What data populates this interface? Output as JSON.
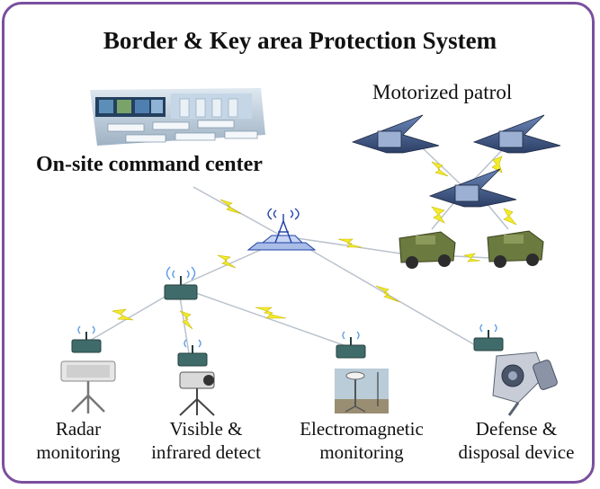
{
  "title": "Border & Key area Protection System",
  "command_center": {
    "label": "On-site command center"
  },
  "patrol": {
    "label": "Motorized patrol"
  },
  "terminals": [
    {
      "line1": "Radar",
      "line2": "monitoring"
    },
    {
      "line1": "Visible &",
      "line2": "infrared detect"
    },
    {
      "line1": "Electromagnetic",
      "line2": "monitoring"
    },
    {
      "line1": "Defense &",
      "line2": "disposal device"
    }
  ],
  "colors": {
    "border": "#7a4f9e",
    "link": "#f2ec2a",
    "relay": "#3f6c6a",
    "tower": "#1d3fa8"
  }
}
